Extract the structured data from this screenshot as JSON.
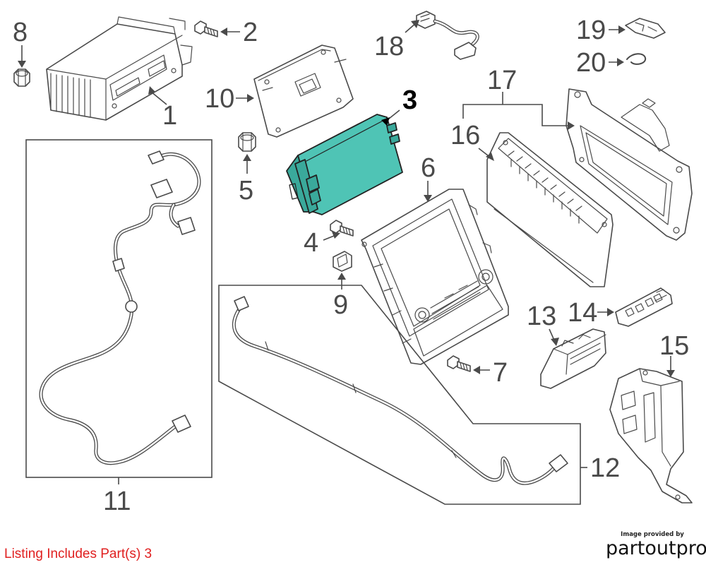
{
  "callouts": {
    "c1": "1",
    "c2": "2",
    "c3": "3",
    "c4": "4",
    "c5": "5",
    "c6": "6",
    "c7": "7",
    "c8": "8",
    "c9": "9",
    "c10": "10",
    "c11": "11",
    "c12": "12",
    "c13": "13",
    "c14": "14",
    "c15": "15",
    "c16": "16",
    "c17": "17",
    "c18": "18",
    "c19": "19",
    "c20": "20"
  },
  "highlighted_part": "3",
  "colors": {
    "highlight": "#4fc4b5",
    "listing_text": "#e02020",
    "line": "#4a4a4a"
  },
  "listing_note": "Listing Includes Part(s) 3",
  "credit": {
    "caption": "Image provided by",
    "logo": "partoutpro"
  }
}
